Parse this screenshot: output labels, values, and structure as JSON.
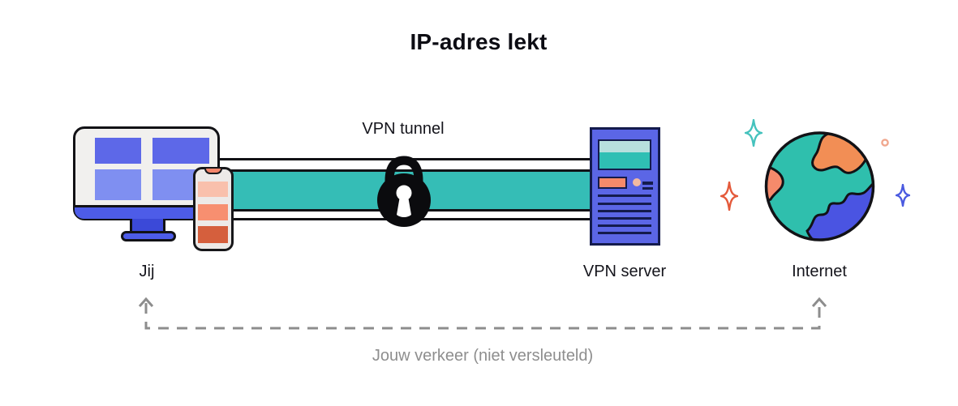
{
  "title": "IP-adres lekt",
  "nodes": {
    "you": {
      "label": "Jij"
    },
    "tunnel": {
      "label": "VPN tunnel"
    },
    "server": {
      "label": "VPN server"
    },
    "internet": {
      "label": "Internet"
    }
  },
  "leak": {
    "caption": "Jouw verkeer (niet versleuteld)"
  },
  "colors": {
    "tunnel_teal": "#35bdb6",
    "server_body_indigo": "#5b66e6",
    "window_blue_dark": "#5d68e8",
    "window_blue_light": "#7f8ff1",
    "monitor_bar_blue": "#4d5ce8",
    "stand_blue": "#3b49d8",
    "phone_tile_peach": "#f9c0ac",
    "phone_tile_salmon": "#f78f70",
    "phone_tile_rust": "#d55f3d",
    "navy_detail": "#141b4d",
    "server_teal": "#2fbfb4",
    "server_teal_light": "#b7dfdd",
    "globe_teal": "#2fbfad",
    "globe_orange": "#f28e55",
    "globe_salmon": "#f58a6b",
    "globe_blue": "#4a54e2",
    "sparkle_teal": "#45c2bd",
    "sparkle_orange": "#e4593a",
    "sparkle_blue": "#4a5ae0",
    "dot_peach": "#f0a78e",
    "text_ink": "#15151c",
    "text_gray": "#8e8e8e",
    "outline_black": "#121216"
  }
}
